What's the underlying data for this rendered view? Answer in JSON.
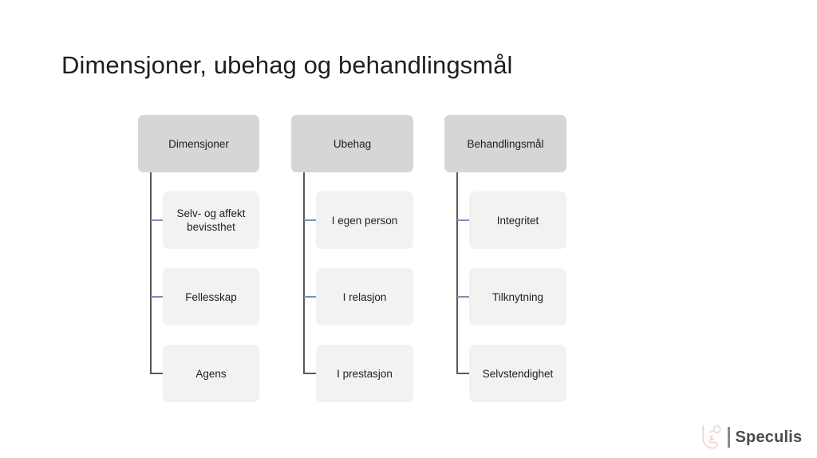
{
  "slide": {
    "title": "Dimensjoner, ubehag og behandlingsmål",
    "background_color": "#ffffff"
  },
  "colors": {
    "header_box_fill": "#d6d6d6",
    "child_box_fill": "#f2f2f2",
    "trunk_line": "#595959",
    "branch_line": "#7b90b5",
    "text": "#1f1f1f",
    "logo_text": "#4b4b4b",
    "logo_mark": "#f0cfc0"
  },
  "diagram": {
    "type": "three-column-tree",
    "columns": [
      {
        "header": "Dimensjoner",
        "items": [
          "Selv- og affekt bevissthet",
          "Fellesskap",
          "Agens"
        ]
      },
      {
        "header": "Ubehag",
        "items": [
          "I egen person",
          "I relasjon",
          "I prestasjon"
        ]
      },
      {
        "header": "Behandlingsmål",
        "items": [
          "Integritet",
          "Tilknytning",
          "Selvstendighet"
        ]
      }
    ]
  },
  "logo": {
    "text": "Speculis",
    "mark": "face-profile-icon"
  }
}
